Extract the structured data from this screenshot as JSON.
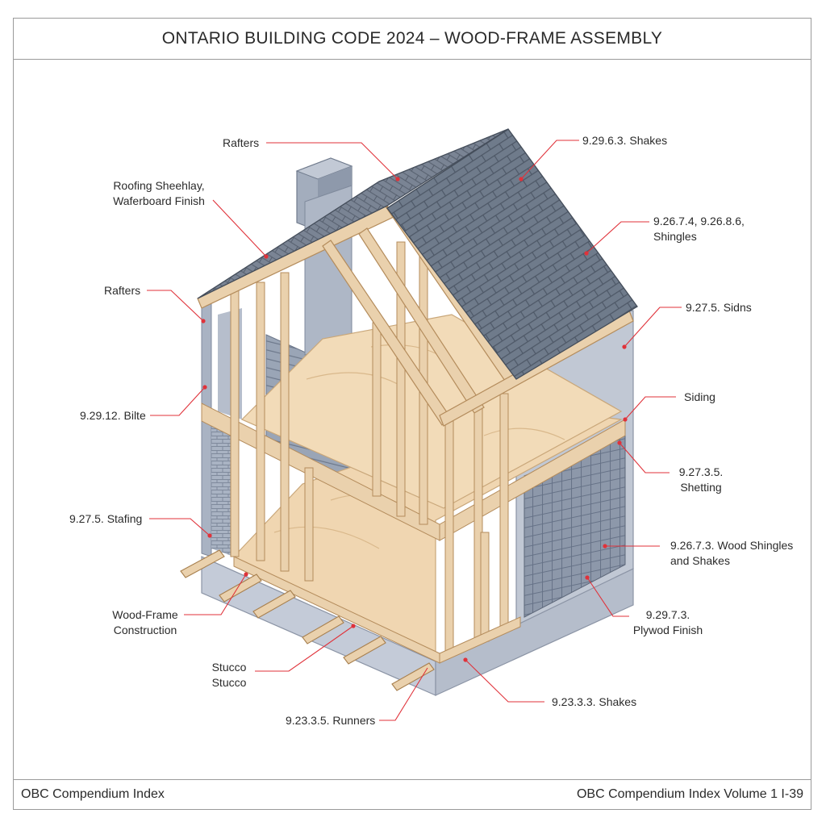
{
  "title": "ONTARIO BUILDING CODE 2024 – WOOD-FRAME ASSEMBLY",
  "footer": {
    "left": "OBC Compendium Index",
    "right": "OBC Compendium Index Volume 1 I-39"
  },
  "colors": {
    "leader": "#e0323a",
    "roof": "#717d8c",
    "wall_panel": "#a7b1c1",
    "lumber": "#ead1ad",
    "plywood": "#f0d6b1",
    "foundation": "#c4cbd8"
  },
  "callouts": {
    "rafters_top": "Rafters",
    "roofing_sheathing": [
      "Roofing Sheehlay,",
      "Waferboard Finish"
    ],
    "rafters_left": "Rafters",
    "bilte": "9.29.12. Bilte",
    "stafing": "9.27.5. Stafing",
    "wood_frame": [
      "Wood-Frame",
      "Construction"
    ],
    "stucco": [
      "Stucco",
      "Stucco"
    ],
    "runners": "9.23.3.5. Runners",
    "shakes_top": "9.29.6.3. Shakes",
    "shingles": [
      "9.26.7.4, 9.26.8.6,",
      "Shingles"
    ],
    "sidns": "9.27.5. Sidns",
    "siding": "Siding",
    "shetting": [
      "9.27.3.5.",
      "Shetting"
    ],
    "wood_shingles": [
      "9.26.7.3. Wood Shingles",
      "and Shakes"
    ],
    "plywod": [
      "9.29.7.3.",
      "Plywod Finish"
    ],
    "shakes_bottom": "9.23.3.3. Shakes"
  }
}
